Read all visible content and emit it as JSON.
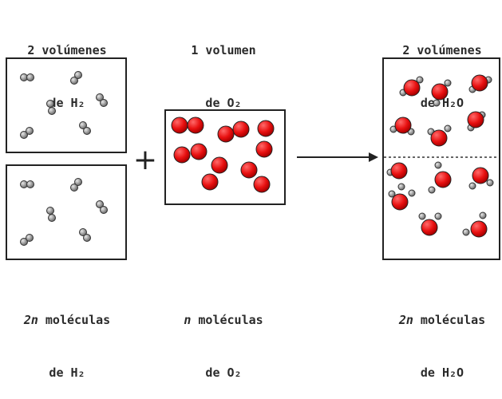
{
  "top_labels": {
    "h2": {
      "line1": "2 volúmenes",
      "line2": "de H₂"
    },
    "o2": {
      "line1": "1 volumen",
      "line2": "de O₂"
    },
    "h2o": {
      "line1": "2 volúmenes",
      "line2": "de H₂O"
    }
  },
  "bottom_labels": {
    "h2": {
      "n": "2n",
      "rest": " moléculas",
      "line2": "de H₂"
    },
    "o2": {
      "n": "n",
      "rest": " moléculas",
      "line2": "de O₂"
    },
    "h2o": {
      "n": "2n",
      "rest": " moléculas",
      "line2": "de H₂O"
    }
  },
  "symbols": {
    "plus": "+"
  },
  "colors": {
    "oxygen": "#e81010",
    "hydrogen": "#9a9a9a",
    "box": "#222222"
  }
}
